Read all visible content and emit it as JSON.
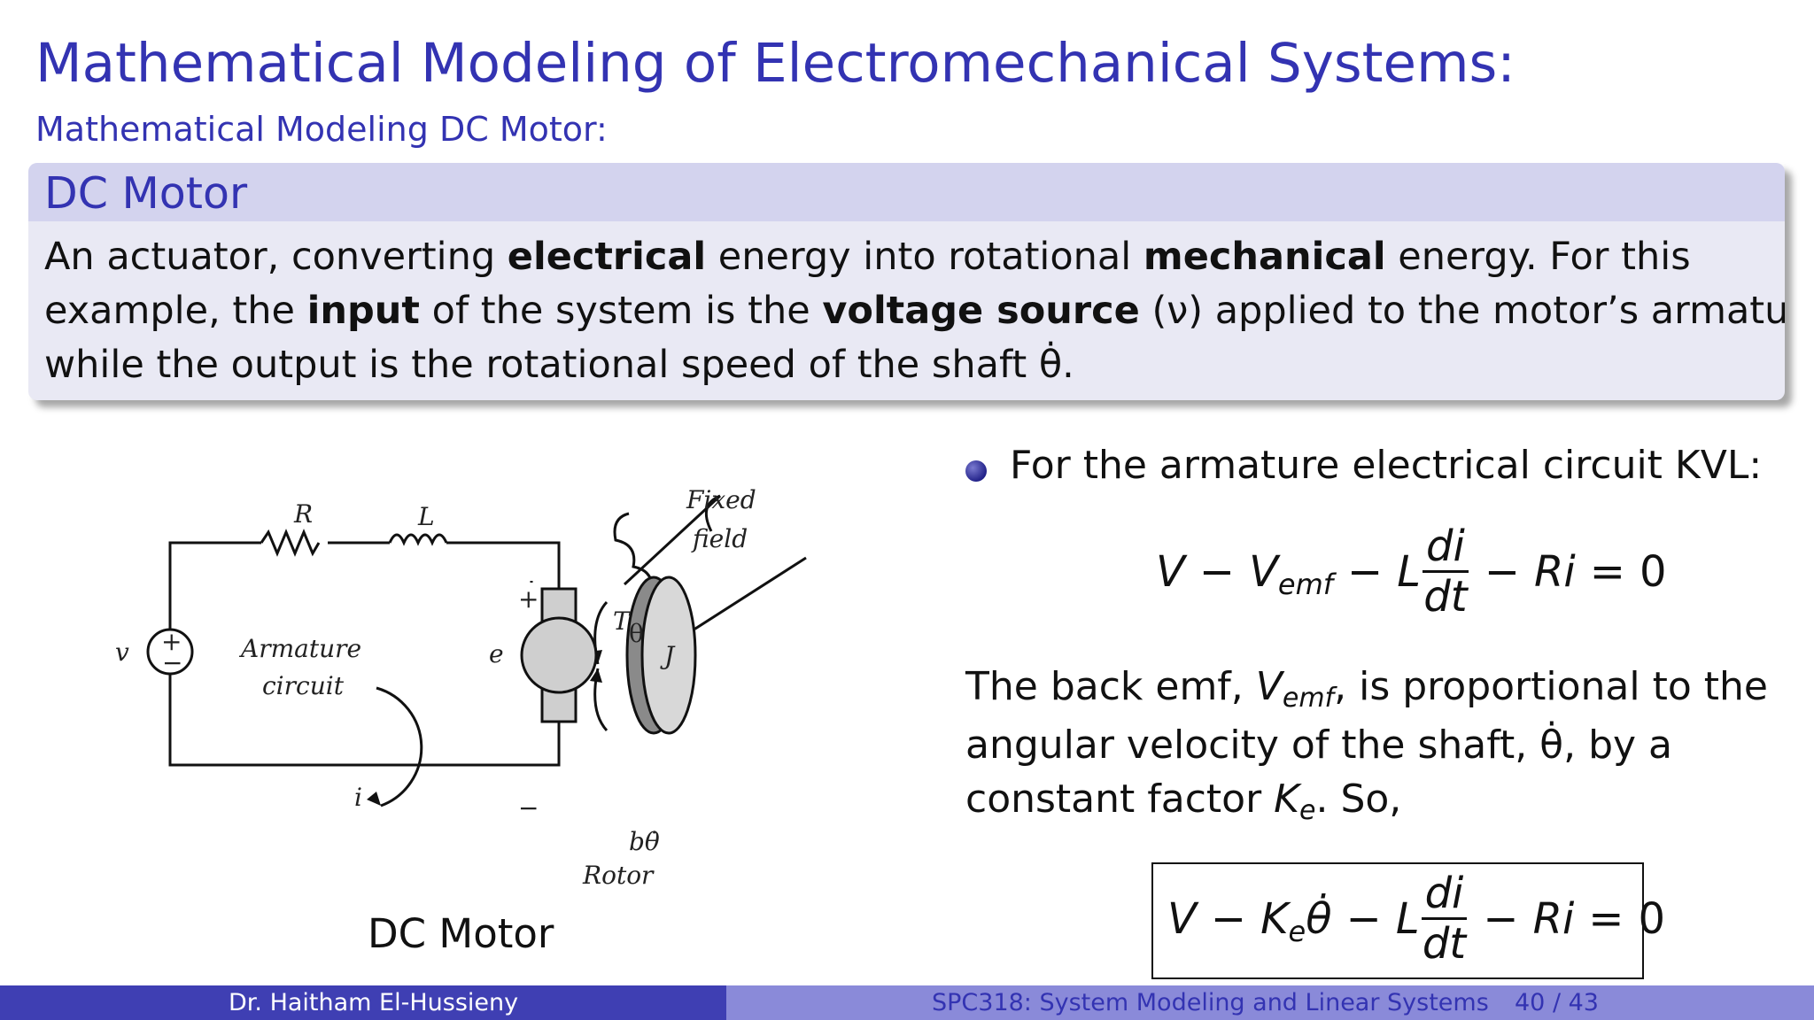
{
  "frame": {
    "title": "Mathematical Modeling of Electromechanical Systems:",
    "subtitle": "Mathematical Modeling DC Motor:"
  },
  "block": {
    "title": "DC Motor",
    "line1_a": "An actuator, converting ",
    "line1_b": "electrical",
    "line1_c": " energy into rotational ",
    "line1_d": "mechanical",
    "line1_e": " energy.  For this",
    "line2_a": "example, the ",
    "line2_b": "input",
    "line2_c": " of the system is the ",
    "line2_d": "voltage source",
    "line2_e": " (ν) applied to the motor’s armature,",
    "line3": "while the output is the rotational speed of the shaft θ̇."
  },
  "diagram": {
    "labels": {
      "R": "R",
      "L": "L",
      "v": "v",
      "plus": "+",
      "minus": "−",
      "armature1": "Armature",
      "armature2": "circuit",
      "i": "i",
      "e": "e",
      "e_plus": "+",
      "e_minus": "−",
      "T": "T",
      "theta": "θ",
      "J": "J",
      "b_theta": "bθ̇",
      "rotor": "Rotor",
      "fixed": "Fixed",
      "field": "field"
    },
    "caption": "DC Motor"
  },
  "right": {
    "bullet": "For the armature electrical circuit KVL:",
    "eq1": {
      "V": "V",
      "minus": "−",
      "Vsym": "V",
      "emf": "emf",
      "L": "L",
      "di": "di",
      "dt": "dt",
      "Ri": "Ri",
      "eq": "=",
      "zero": "0"
    },
    "para_line1_a": "The back emf, ",
    "para_line1_v": "V",
    "para_line1_sub": "emf",
    "para_line1_b": ", is proportional to the",
    "para_line2": "angular velocity of the shaft, θ̇, by a",
    "para_line3_a": "constant factor ",
    "para_line3_K": "K",
    "para_line3_sub": "e",
    "para_line3_b": ". So,",
    "eq2": {
      "V": "V",
      "minus": "−",
      "K": "K",
      "e": "e",
      "thetadot": "θ̇",
      "L": "L",
      "di": "di",
      "dt": "dt",
      "Ri": "Ri",
      "eq": "=",
      "zero": "0"
    }
  },
  "footer": {
    "author": "Dr.  Haitham El-Hussieny",
    "course": "SPC318:  System Modeling and Linear Systems",
    "page": "40 / 43"
  },
  "colors": {
    "accent": "#3333b2",
    "footer_dark": "#3f3fb3",
    "footer_light": "#8a8ad9",
    "block_bg": "#e9e9f4",
    "block_head": "#d3d3ee"
  }
}
